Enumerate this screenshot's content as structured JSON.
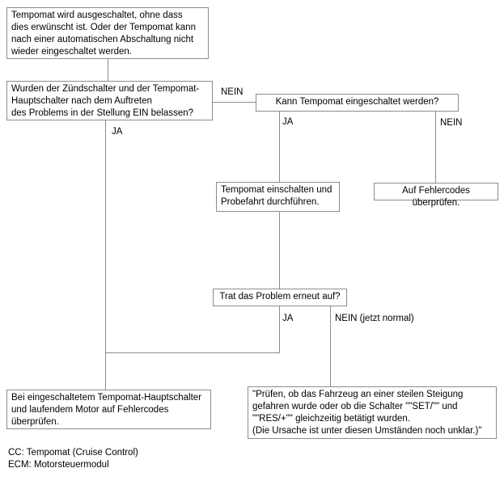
{
  "flowchart": {
    "title": "Tempomat Fehlersuche Flussdiagramm",
    "nodes": {
      "symptom": "Tempomat wird ausgeschaltet, ohne dass\ndies erwünscht ist. Oder der Tempomat kann\nnach einer automatischen Abschaltung nicht\nwieder eingeschaltet werden.",
      "q_switches_left_on": "Wurden der Zündschalter und der Tempomat-\nHauptschalter nach dem Auftreten\ndes Problems in der Stellung EIN belassen?",
      "q_can_be_enabled": "Kann Tempomat eingeschaltet werden?",
      "enable_and_testdrive": "Tempomat einschalten und\nProbefahrt durchführen.",
      "check_fault_codes": "Auf Fehlercodes überprüfen.",
      "q_problem_recurred": "Trat das Problem erneut auf?",
      "check_codes_engine_running": "Bei eingeschaltetem Tempomat-Hauptschalter\nund laufendem Motor auf Fehlercodes\nüberprüfen.",
      "check_steep_hill": "\"Prüfen, ob das Fahrzeug an einer steilen Steigung\ngefahren wurde oder ob die Schalter \"\"SET/\"\" und\n\"\"RES/+\"\" gleichzeitig betätigt wurden.\n(Die Ursache ist unter diesen Umständen noch unklar.)\""
    },
    "branch_labels": {
      "nein_to_question": "NEIN",
      "ja_long_left": "JA",
      "ja_under_question": "JA",
      "nein_under_question": "NEIN",
      "ja_after_recur": "JA",
      "nein_now_normal": "NEIN (jetzt normal)"
    },
    "colors": {
      "line": "#8c8c8c",
      "text": "#000000",
      "background": "#ffffff"
    }
  },
  "legend": {
    "cc": "CC: Tempomat (Cruise Control)",
    "ecm": "ECM: Motorsteuermodul"
  }
}
